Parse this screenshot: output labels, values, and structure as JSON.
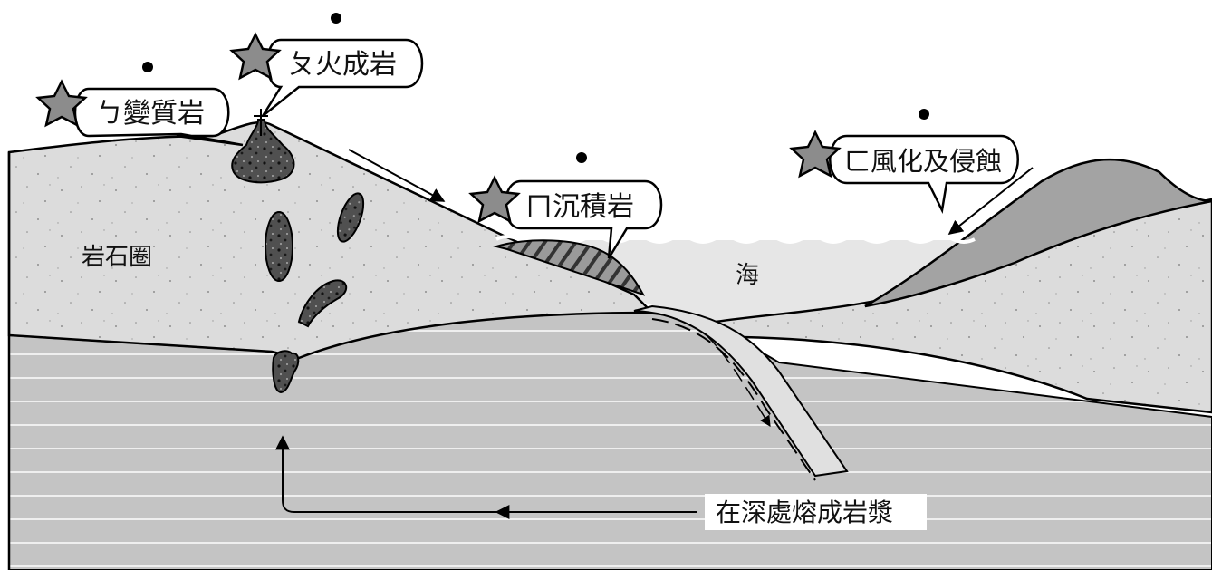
{
  "labels": {
    "lithosphere": "岩石圈",
    "sea": "海",
    "magma_note": "在深處熔成岩漿"
  },
  "callouts": [
    {
      "id": "metamorphic",
      "text": "ㄅ變質岩"
    },
    {
      "id": "igneous",
      "text": "ㄆ火成岩"
    },
    {
      "id": "sedimentary",
      "text": "ㄇ沉積岩"
    },
    {
      "id": "weathering",
      "text": "ㄈ風化及侵蝕"
    }
  ],
  "colors": {
    "crust": "#d9d9d9",
    "mantle": "#bfbfbf",
    "mountain": "#9e9e9e",
    "sea": "#e8e8e8",
    "star": "#8c8c8c",
    "rock": "#4d4d4d"
  },
  "icons": [
    "star-icon",
    "dot-marker"
  ]
}
